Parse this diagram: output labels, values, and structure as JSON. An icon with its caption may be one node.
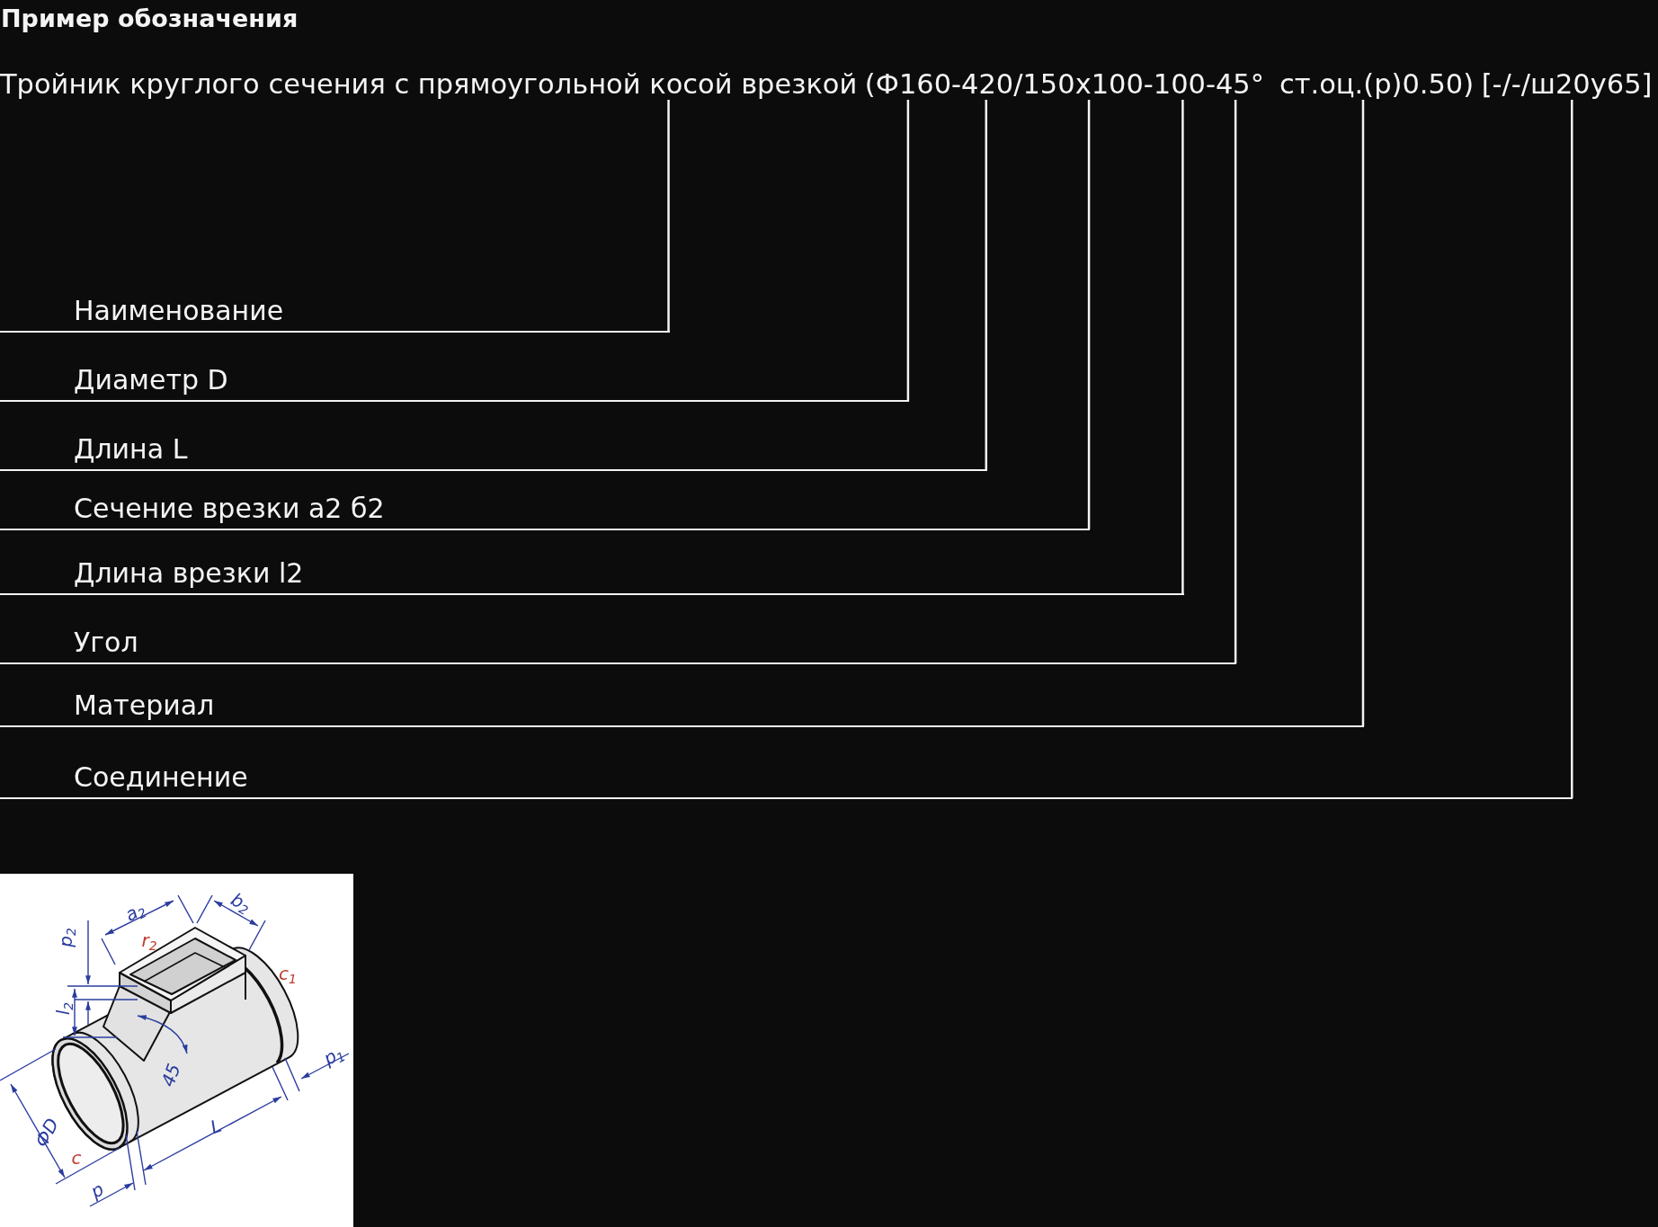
{
  "diagram": {
    "title": "Пример обозначения",
    "nodes": [
      {
        "text": [
          "Тройник круглого сечения с прямоугольной косой врезкой"
        ]
      },
      {
        "text": [
          "(Ф160"
        ]
      },
      {
        "text": [
          "-420"
        ]
      },
      {
        "text": [
          "/150x100"
        ]
      },
      {
        "text": [
          "-100"
        ]
      },
      {
        "text": [
          "-45°"
        ]
      },
      {
        "text": [
          "ст.оц.(р)0.50)"
        ]
      },
      {
        "text": [
          "[-/-/ш20у65]"
        ]
      },
      {
        "text": [
          "Наименование"
        ]
      },
      {
        "text": [
          "Диаметр D"
        ]
      },
      {
        "text": [
          "Длина L"
        ]
      },
      {
        "text": [
          "Сечение врезки а2 б2"
        ]
      },
      {
        "text": [
          "Длина врезки l2"
        ]
      },
      {
        "text": [
          "Угол"
        ]
      },
      {
        "text": [
          "Материал"
        ]
      },
      {
        "text": [
          "Соединение"
        ]
      }
    ],
    "edges": [
      {
        "from": 0,
        "to": 8,
        "arrow": "none"
      },
      {
        "from": 1,
        "to": 9,
        "arrow": "none"
      },
      {
        "from": 2,
        "to": 10,
        "arrow": "none"
      },
      {
        "from": 3,
        "to": 11,
        "arrow": "none"
      },
      {
        "from": 4,
        "to": 12,
        "arrow": "none"
      },
      {
        "from": 5,
        "to": 13,
        "arrow": "none"
      },
      {
        "from": 6,
        "to": 14,
        "arrow": "none"
      },
      {
        "from": 7,
        "to": 15,
        "arrow": "none"
      }
    ],
    "labels": [
      "a$_{2}$",
      "b$_{2}$",
      "p$_{2}$",
      "r$_{2}$",
      "c$_{1}$",
      "l$_{2}$",
      "p$_{1}$",
      "45",
      "L",
      "ФD",
      "c",
      "p"
    ]
  }
}
